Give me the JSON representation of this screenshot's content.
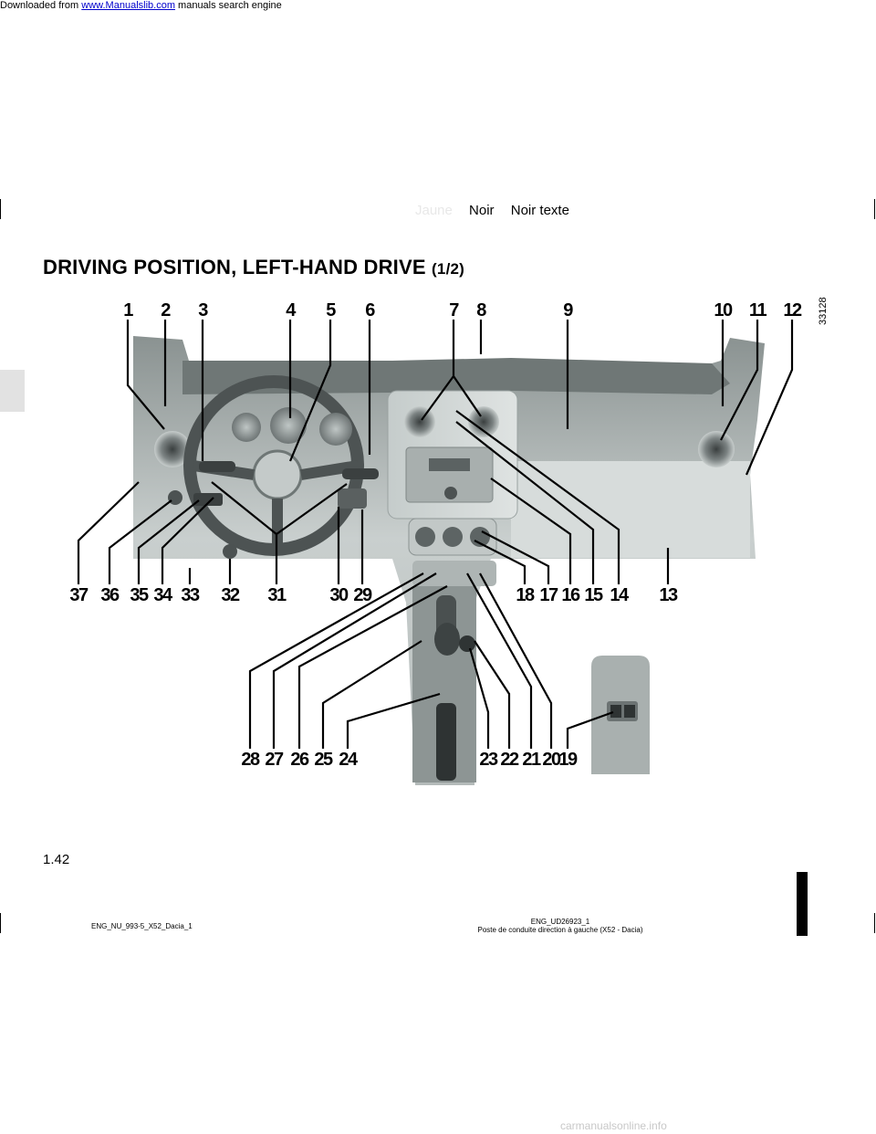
{
  "header": {
    "prefix": "Downloaded from ",
    "link": "www.Manualslib.com",
    "suffix": " manuals search engine"
  },
  "print_marks": {
    "jaune": "Jaune",
    "noir": "Noir",
    "noir_texte": "Noir texte"
  },
  "title": {
    "main": "DRIVING POSITION, LEFT-HAND DRIVE ",
    "part": "(1/2)"
  },
  "ref_code": "33128",
  "callouts": {
    "c1": "1",
    "c2": "2",
    "c3": "3",
    "c4": "4",
    "c5": "5",
    "c6": "6",
    "c7": "7",
    "c8": "8",
    "c9": "9",
    "c10": "10",
    "c11": "11",
    "c12": "12",
    "c13": "13",
    "c14": "14",
    "c15": "15",
    "c16": "16",
    "c17": "17",
    "c18": "18",
    "c19": "19",
    "c20": "20",
    "c21": "21",
    "c22": "22",
    "c23": "23",
    "c24": "24",
    "c25": "25",
    "c26": "26",
    "c27": "27",
    "c28": "28",
    "c29": "29",
    "c30": "30",
    "c31": "31",
    "c32": "32",
    "c33": "33",
    "c34": "34",
    "c35": "35",
    "c36": "36",
    "c37": "37"
  },
  "page_number": "1.42",
  "footer": {
    "left": "ENG_NU_993-5_X52_Dacia_1",
    "center_line1": "ENG_UD26923_1",
    "center_line2": "Poste de conduite direction à gauche (X52 - Dacia)"
  },
  "watermark": "carmanualsonline.info"
}
